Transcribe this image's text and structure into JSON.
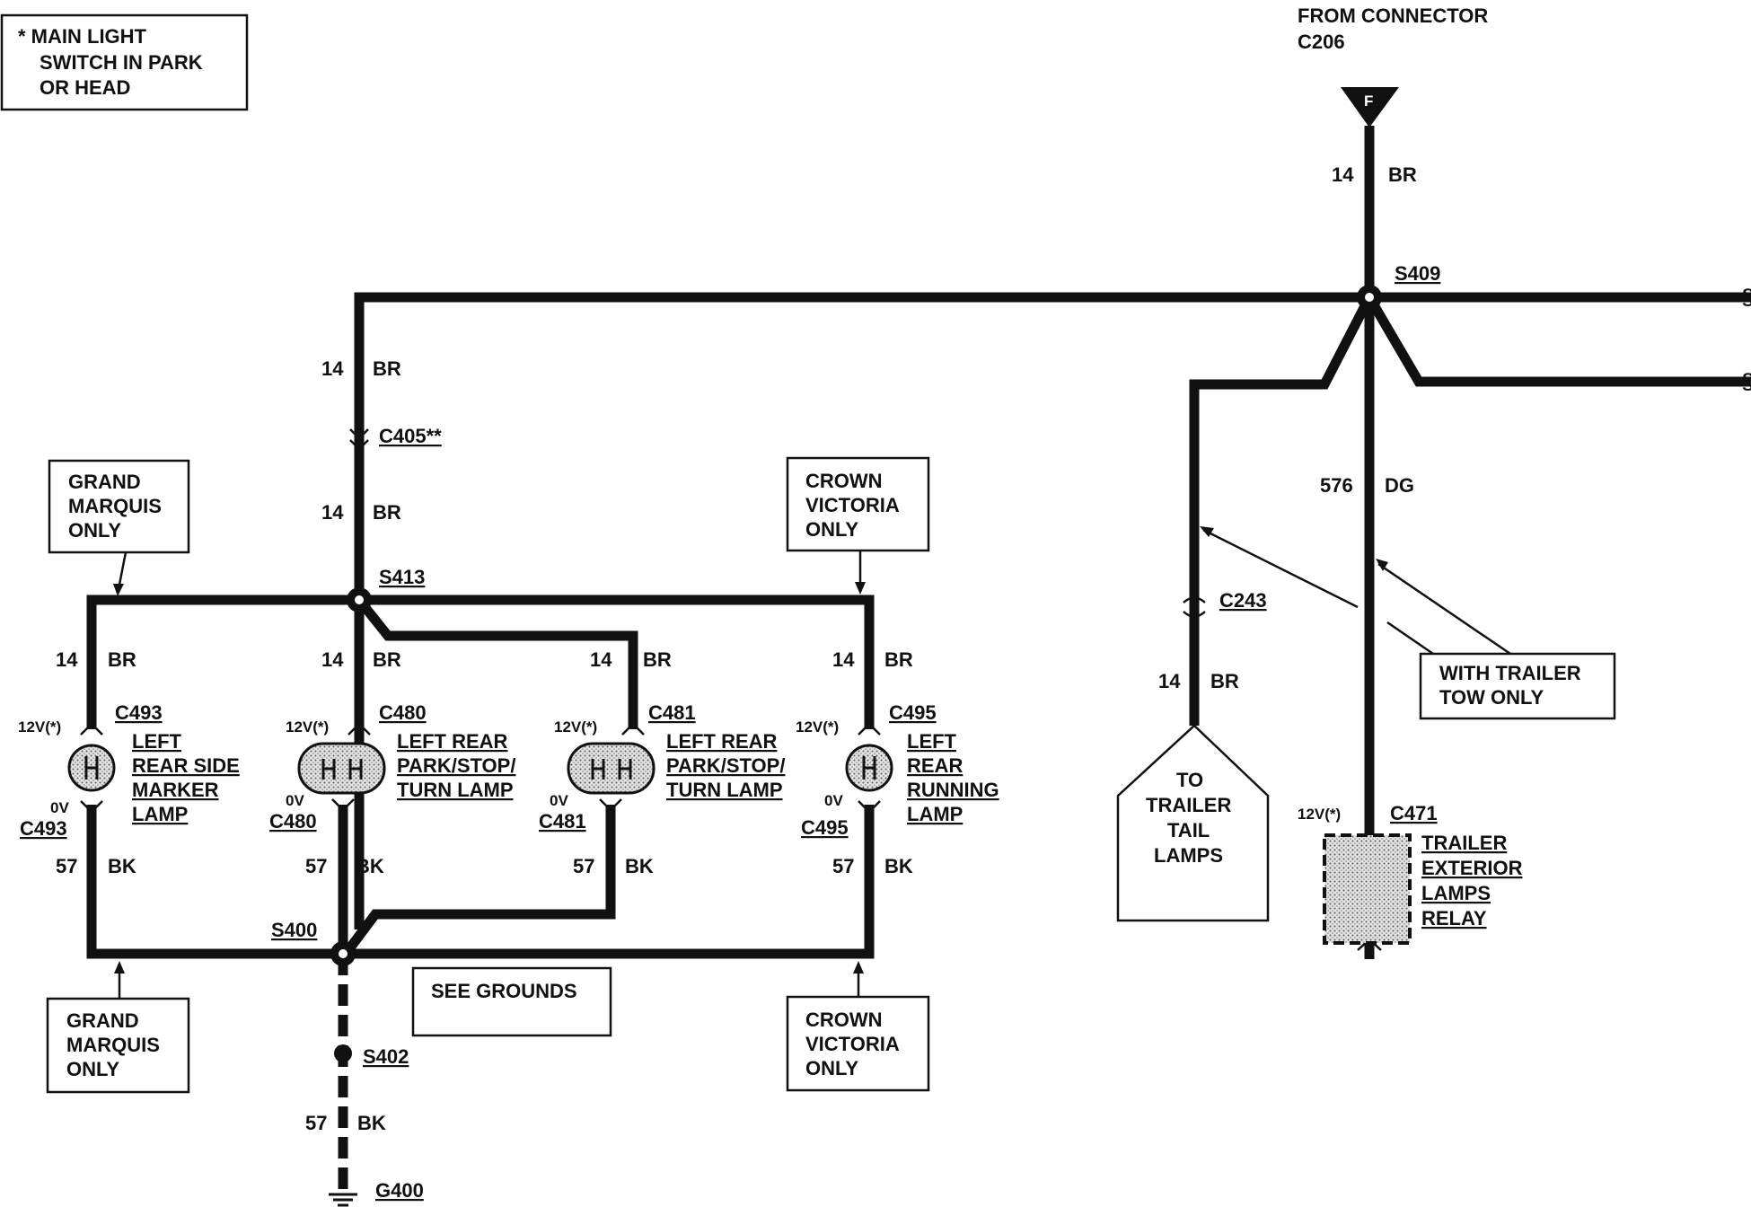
{
  "note_box": {
    "lines": [
      "* MAIN LIGHT",
      "SWITCH IN PARK",
      "OR HEAD"
    ]
  },
  "top_connector": {
    "lines": [
      "FROM CONNECTOR",
      "C206"
    ],
    "pin": "F"
  },
  "wires": {
    "top_gauge": "14",
    "top_color": "BR",
    "main_gauge": "14",
    "main_color": "BR",
    "c405_gauge": "14",
    "c405_color": "BR",
    "feed_gauge_1": "14",
    "feed_color_1": "BR",
    "feed_gauge_2": "14",
    "feed_color_2": "BR",
    "feed_gauge_3": "14",
    "feed_color_3": "BR",
    "feed_gauge_4": "14",
    "feed_color_4": "BR",
    "gnd_gauge_1": "57",
    "gnd_color_1": "BK",
    "gnd_gauge_2": "57",
    "gnd_color_2": "BK",
    "gnd_gauge_3": "57",
    "gnd_color_3": "BK",
    "gnd_gauge_4": "57",
    "gnd_color_4": "BK",
    "bottom_gauge": "57",
    "bottom_color": "BK",
    "trailer_gauge": "14",
    "trailer_color": "BR",
    "dg_gauge": "576",
    "dg_color": "DG"
  },
  "splices": {
    "s409": "S409",
    "s413": "S413",
    "s400": "S400",
    "s402": "S402"
  },
  "connectors": {
    "c405": "C405**",
    "c243": "C243",
    "c471": "C471",
    "ground": "G400"
  },
  "notes": {
    "gm_top": [
      "GRAND",
      "MARQUIS",
      "ONLY"
    ],
    "cv_top": [
      "CROWN",
      "VICTORIA",
      "ONLY"
    ],
    "gm_bottom": [
      "GRAND",
      "MARQUIS",
      "ONLY"
    ],
    "cv_bottom": [
      "CROWN",
      "VICTORIA",
      "ONLY"
    ],
    "see_grounds": "SEE GROUNDS",
    "trailer_tow": [
      "WITH TRAILER",
      "TOW ONLY"
    ],
    "trailer_tail": [
      "TO",
      "TRAILER",
      "TAIL",
      "LAMPS"
    ]
  },
  "lamps": [
    {
      "conn_top": "C493",
      "conn_bottom": "C493",
      "v_top": "12V(*)",
      "v_bottom": "0V",
      "name": [
        "LEFT",
        "REAR SIDE",
        "MARKER",
        "LAMP"
      ]
    },
    {
      "conn_top": "C480",
      "conn_bottom": "C480",
      "v_top": "12V(*)",
      "v_bottom": "0V",
      "name": [
        "LEFT REAR",
        "PARK/STOP/",
        "TURN LAMP"
      ]
    },
    {
      "conn_top": "C481",
      "conn_bottom": "C481",
      "v_top": "12V(*)",
      "v_bottom": "0V",
      "name": [
        "LEFT REAR",
        "PARK/STOP/",
        "TURN LAMP"
      ]
    },
    {
      "conn_top": "C495",
      "conn_bottom": "C495",
      "v_top": "12V(*)",
      "v_bottom": "0V",
      "name": [
        "LEFT",
        "REAR",
        "RUNNING",
        "LAMP"
      ]
    }
  ],
  "relay": {
    "v": "12V(*)",
    "conn": "C471",
    "name": [
      "TRAILER",
      "EXTERIOR",
      "LAMPS",
      "RELAY"
    ]
  },
  "colors": {
    "ink": "#111111",
    "background": "#ffffff"
  }
}
